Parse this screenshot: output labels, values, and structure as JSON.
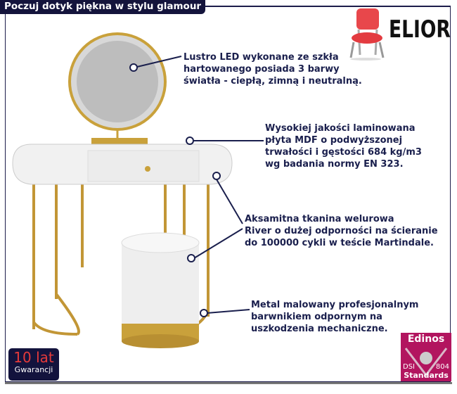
{
  "header": {
    "title": "Poczuj dotyk piękna w stylu glamour"
  },
  "brand": {
    "name": "ELIOR",
    "icon": "red-chair-icon"
  },
  "features": [
    {
      "text": "Lustro LED wykonane ze szkła\nhartowanego posiada 3 barwy\nświatła - ciepłą, zimną i neutralną."
    },
    {
      "text": "Wysokiej jakości laminowana\npłyta MDF o podwyższonej\ntrwałości i gęstości 684 kg/m3\nwg badania normy EN 323."
    },
    {
      "text": "Aksamitna tkanina welurowa\nRiver o dużej odporności na ścieranie\ndo 100000 cykli w teście Martindale."
    },
    {
      "text": "Metal malowany profesjonalnym\nbarwnikiem odpornym na\nuszkodzenia mechaniczne."
    }
  ],
  "warranty": {
    "years": "10 lat",
    "label": "Gwarancji"
  },
  "certificate": {
    "name": "Edinos",
    "left": "DSI",
    "right": "804",
    "label": "Standards",
    "color": "#b2155f"
  },
  "colors": {
    "navy": "#14143c",
    "gold": "#c9a13b",
    "text": "#1a1f4d"
  }
}
